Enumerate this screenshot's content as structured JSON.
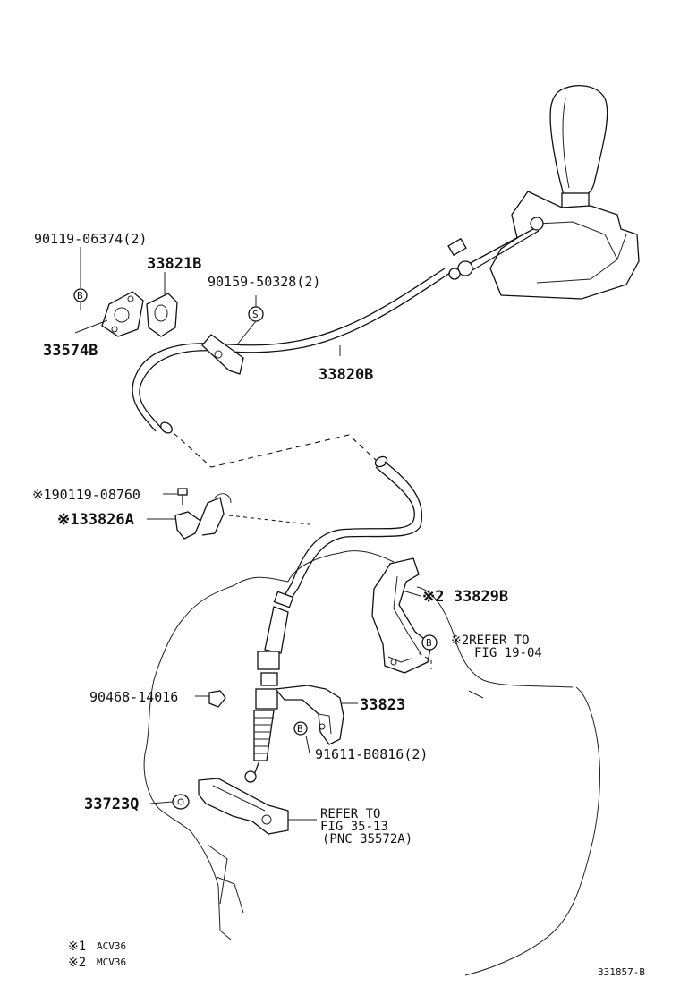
{
  "labels": {
    "p90119_06374": "90119-06374(2)",
    "p33821B": "33821B",
    "p90159_50328": "90159-50328(2)",
    "p33574B": "33574B",
    "p33820B": "33820B",
    "p90119_08760": "※190119-08760",
    "p33826A": "※133826A",
    "p33829B": "※2 33829B",
    "refer_1904_a": "※2REFER TO",
    "refer_1904_b": "FIG 19-04",
    "p90468_14016": "90468-14016",
    "p33823": "33823",
    "p91611_B0816": "91611-B0816(2)",
    "p33723Q": "33723Q",
    "refer_3513_a": "REFER TO",
    "refer_3513_b": "FIG 35-13",
    "refer_3513_c": "(PNC 35572A)"
  },
  "symbols": {
    "b": "B",
    "s": "S"
  },
  "legend": {
    "note1_mark": "※1",
    "note1_text": "ACV36",
    "note2_mark": "※2",
    "note2_text": "MCV36"
  },
  "figure_id": "331857-B"
}
